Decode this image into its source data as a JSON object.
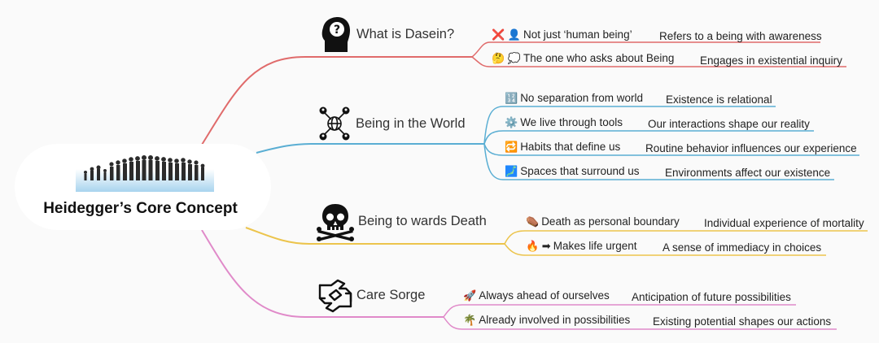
{
  "root": {
    "title": "Heidegger’s Core Concept"
  },
  "colors": {
    "dasein": "#e06b6b",
    "world": "#5aaed3",
    "death": "#ecc44c",
    "care": "#e08ac9"
  },
  "branches": [
    {
      "label": "What is Dasein?",
      "icon": "question-head-icon",
      "items": [
        {
          "emoji": "❌ 👤",
          "text": "Not just ‘human being’",
          "desc": "Refers to a being with awareness"
        },
        {
          "emoji": "🤔 💭",
          "text": "The one who asks about Being",
          "desc": "Engages in existential inquiry"
        }
      ]
    },
    {
      "label": "Being in the World",
      "icon": "network-globe-icon",
      "items": [
        {
          "emoji": "🔢",
          "text": "No separation from world",
          "desc": "Existence is relational"
        },
        {
          "emoji": "⚙️",
          "text": "We live through tools",
          "desc": "Our interactions shape our reality"
        },
        {
          "emoji": "🔁",
          "text": "Habits that define us",
          "desc": "Routine behavior influences our experience"
        },
        {
          "emoji": "🗾",
          "text": "Spaces that surround us",
          "desc": "Environments affect our existence"
        }
      ]
    },
    {
      "label": "Being to wards Death",
      "icon": "skull-crossbones-icon",
      "items": [
        {
          "emoji": "⚰️",
          "text": "Death as personal boundary",
          "desc": "Individual experience of mortality"
        },
        {
          "emoji": "🔥 ➡",
          "text": "Makes life urgent",
          "desc": "A sense of immediacy in choices"
        }
      ]
    },
    {
      "label": "Care Sorge",
      "icon": "care-hands-icon",
      "items": [
        {
          "emoji": "🚀",
          "text": "Always ahead of ourselves",
          "desc": "Anticipation of future possibilities"
        },
        {
          "emoji": "🌴",
          "text": "Already involved in possibilities",
          "desc": "Existing potential shapes our actions"
        }
      ]
    }
  ]
}
